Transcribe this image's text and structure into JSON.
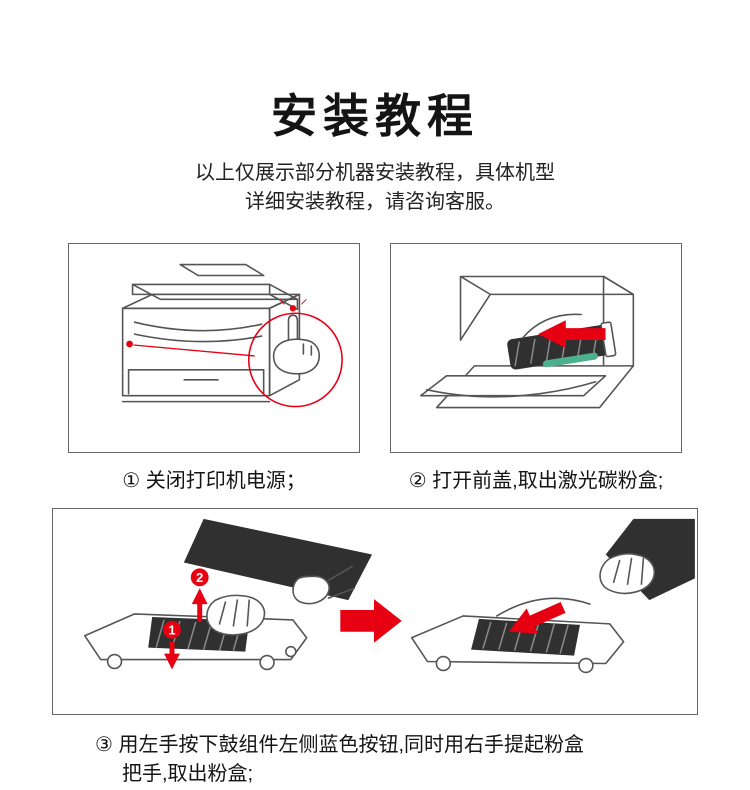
{
  "page": {
    "title": "安装教程",
    "subtitle": {
      "line1": "以上仅展示部分机器安装教程，具体机型",
      "line2": "详细安装教程，请咨询客服。"
    },
    "steps": [
      {
        "caption": "① 关闭打印机电源；",
        "illustration": "press-printer-power-button"
      },
      {
        "caption": "② 打开前盖,取出激光碳粉盒;",
        "illustration": "open-front-cover-remove-toner-cartridge"
      },
      {
        "caption_line1": "③ 用左手按下鼓组件左侧蓝色按钮,同时用右手提起粉盒",
        "caption_line2": "把手,取出粉盒;",
        "illustration": "press-blue-button-lift-toner-handle",
        "markers": {
          "press": "1",
          "lift": "2"
        }
      }
    ],
    "icons": {
      "magnifier_callout": "red-circle-zoom-callout",
      "remove_arrow": "red-left-arrow",
      "transition_arrow": "red-right-arrow",
      "lift_arrow": "red-up-arrow",
      "press_arrow": "red-down-arrow",
      "takeout_arrow": "red-diagonal-arrow"
    },
    "colors": {
      "accent_red": "#e60012",
      "line_gray": "#555555",
      "dark_fill": "#303030",
      "panel_border": "#666666",
      "text": "#141414"
    }
  }
}
